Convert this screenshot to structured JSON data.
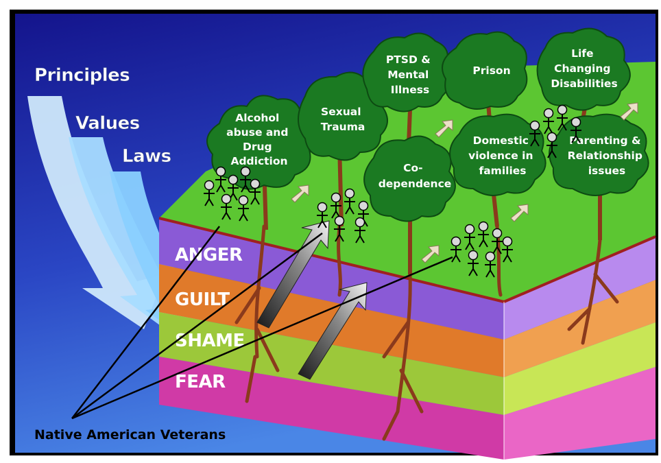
{
  "left_terms": [
    "Principles",
    "Values",
    "Laws"
  ],
  "layers": [
    "ANGER",
    "GUILT",
    "SHAME",
    "FEAR"
  ],
  "trees": [
    {
      "lines": [
        "Alcohol",
        "abuse and",
        "Drug",
        "Addiction"
      ]
    },
    {
      "lines": [
        "Sexual",
        "Trauma"
      ]
    },
    {
      "lines": [
        "PTSD &",
        "Mental",
        "Illness"
      ]
    },
    {
      "lines": [
        "Prison"
      ]
    },
    {
      "lines": [
        "Life",
        "Changing",
        "Disabilities"
      ]
    },
    {
      "lines": [
        "Co-",
        "dependence"
      ]
    },
    {
      "lines": [
        "Domestic",
        "violence in",
        "families"
      ]
    },
    {
      "lines": [
        "Parenting &",
        "Relationship",
        "issues"
      ]
    }
  ],
  "caption": "Native American Veterans",
  "colors": {
    "sky_top": "#1c1c9a",
    "sky_bottom": "#3a6ad8",
    "grass": "#5cc632",
    "tree_canopy": "#1b7a22",
    "trunk": "#8a3a1c",
    "anger": "#8a5ad6",
    "guilt": "#e07a2a",
    "shame": "#9cc83a",
    "fear": "#d03aa6"
  }
}
